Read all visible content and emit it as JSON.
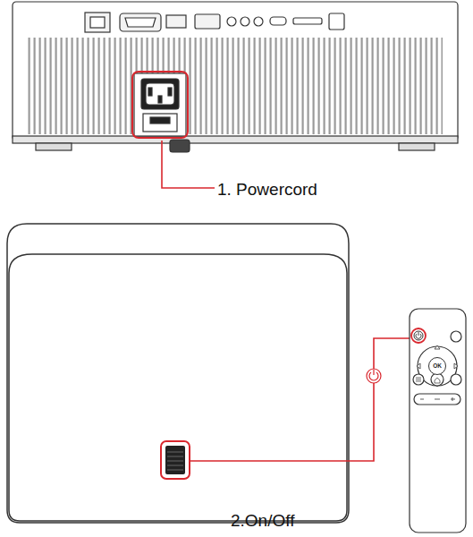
{
  "diagram": {
    "nodes": [
      {
        "text": [
          "OK"
        ]
      }
    ],
    "labels": [
      "1. Powercord",
      "2.On/Off"
    ]
  }
}
